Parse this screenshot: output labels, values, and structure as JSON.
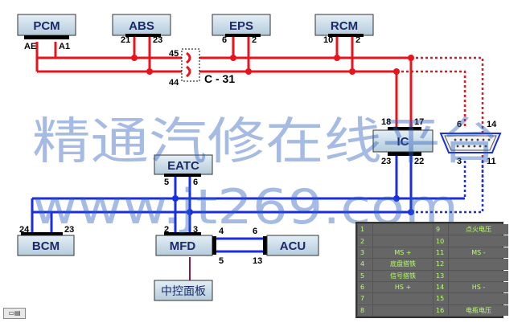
{
  "modules": {
    "pcm": "PCM",
    "abs": "ABS",
    "eps": "EPS",
    "rcm": "RCM",
    "ic": "IC",
    "eatc": "EATC",
    "bcm": "BCM",
    "mfd": "MFD",
    "acu": "ACU",
    "control_panel": "中控面板"
  },
  "pins": {
    "pcm_ae": "AE",
    "pcm_a1": "A1",
    "abs_21": "21",
    "abs_23": "23",
    "eps_6": "6",
    "eps_2": "2",
    "rcm_10": "10",
    "rcm_2": "2",
    "c31_45": "45",
    "c31_44": "44",
    "ic_18": "18",
    "ic_17": "17",
    "ic_23": "23",
    "ic_22": "22",
    "dlc_6": "6",
    "dlc_14": "14",
    "dlc_3": "3",
    "dlc_11": "11",
    "eatc_5": "5",
    "eatc_6": "6",
    "bcm_24": "24",
    "bcm_23": "23",
    "mfd_2": "2",
    "mfd_3": "3",
    "mfd_4": "4",
    "mfd_5": "5",
    "acu_6": "6",
    "acu_13": "13"
  },
  "connector": "C - 31",
  "watermark": {
    "line1": "精通汽修在线平台",
    "line2": "www.jt269.com"
  },
  "pin_table": [
    [
      "1",
      "",
      "9",
      "点火电压"
    ],
    [
      "2",
      "",
      "10",
      ""
    ],
    [
      "3",
      "MS +",
      "11",
      "MS -"
    ],
    [
      "4",
      "底盘搭铁",
      "12",
      ""
    ],
    [
      "5",
      "信号搭铁",
      "13",
      ""
    ],
    [
      "6",
      "HS +",
      "14",
      "HS -"
    ],
    [
      "7",
      "",
      "15",
      ""
    ],
    [
      "8",
      "",
      "16",
      "电瓶电压"
    ]
  ],
  "colors": {
    "ms_bus": "#e8141c",
    "hs_bus": "#1a2ee0",
    "module_fill": "#c8dce8",
    "control_wire": "#8a1a4a"
  },
  "corner_icon": "toolbar-icon"
}
